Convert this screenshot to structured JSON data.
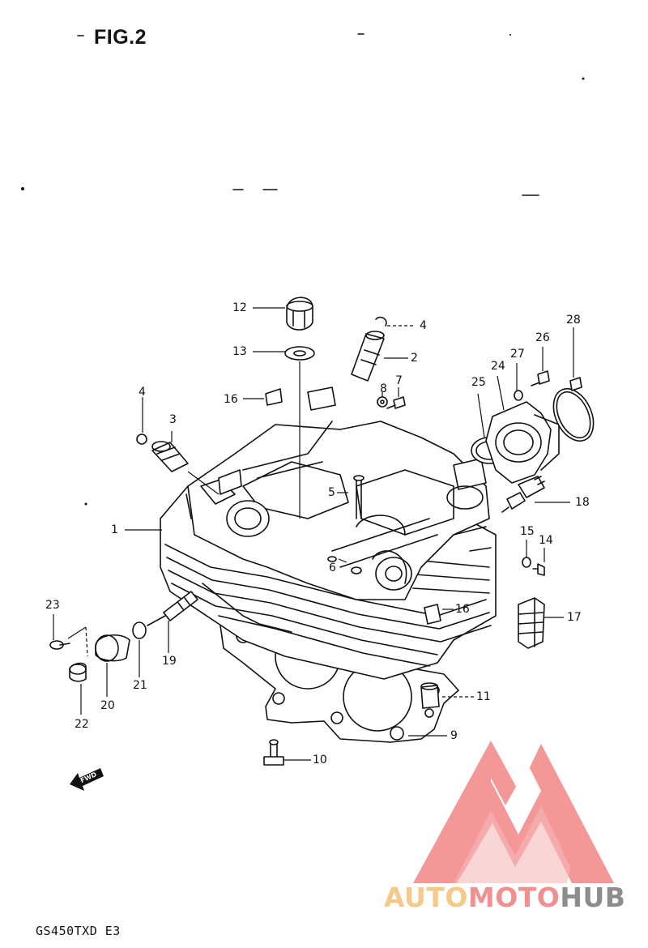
{
  "figure": {
    "title": "FIG.2",
    "model_code": "GS450TXD E3",
    "fwd_label": "FWD"
  },
  "callouts": [
    {
      "id": "c1",
      "label": "1"
    },
    {
      "id": "c2",
      "label": "2"
    },
    {
      "id": "c3",
      "label": "3"
    },
    {
      "id": "c4a",
      "label": "4"
    },
    {
      "id": "c4b",
      "label": "4"
    },
    {
      "id": "c5",
      "label": "5"
    },
    {
      "id": "c6",
      "label": "6"
    },
    {
      "id": "c7",
      "label": "7"
    },
    {
      "id": "c8",
      "label": "8"
    },
    {
      "id": "c9",
      "label": "9"
    },
    {
      "id": "c10",
      "label": "10"
    },
    {
      "id": "c11",
      "label": "11"
    },
    {
      "id": "c12",
      "label": "12"
    },
    {
      "id": "c13",
      "label": "13"
    },
    {
      "id": "c14",
      "label": "14"
    },
    {
      "id": "c15",
      "label": "15"
    },
    {
      "id": "c16a",
      "label": "16"
    },
    {
      "id": "c16b",
      "label": "16"
    },
    {
      "id": "c17",
      "label": "17"
    },
    {
      "id": "c18",
      "label": "18"
    },
    {
      "id": "c19",
      "label": "19"
    },
    {
      "id": "c20",
      "label": "20"
    },
    {
      "id": "c21",
      "label": "21"
    },
    {
      "id": "c22",
      "label": "22"
    },
    {
      "id": "c23",
      "label": "23"
    },
    {
      "id": "c24",
      "label": "24"
    },
    {
      "id": "c25",
      "label": "25"
    },
    {
      "id": "c26",
      "label": "26"
    },
    {
      "id": "c27",
      "label": "27"
    },
    {
      "id": "c28",
      "label": "28"
    }
  ],
  "watermark": {
    "part1": "AUTO",
    "part2": "MOTO",
    "part3": "HUB",
    "color_auto": "#f5c989",
    "color_moto": "#f28f8f",
    "color_hub": "#8d8d8d",
    "logo_color": "#f28f8f"
  }
}
